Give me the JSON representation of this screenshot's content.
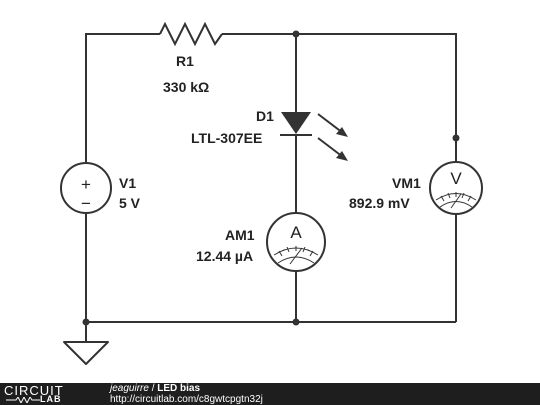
{
  "circuit": {
    "r1": {
      "name": "R1",
      "value": "330 kΩ"
    },
    "d1": {
      "name": "D1",
      "part": "LTL-307EE"
    },
    "v1": {
      "name": "V1",
      "value": "5 V",
      "plus": "+",
      "minus": "−"
    },
    "am1": {
      "name": "AM1",
      "reading": "12.44 µA",
      "symbol": "A"
    },
    "vm1": {
      "name": "VM1",
      "reading": "892.9 mV",
      "symbol": "V"
    }
  },
  "footer": {
    "logo_top": "CIRCUIT",
    "logo_bottom": "LAB",
    "author": "jeaguirre",
    "separator": " / ",
    "title": "LED bias",
    "url": "http://circuitlab.com/c8gwtcpgtn32j"
  },
  "colors": {
    "wire": "#333333",
    "footer_bg": "#1e1e1e",
    "text": "#222222"
  }
}
